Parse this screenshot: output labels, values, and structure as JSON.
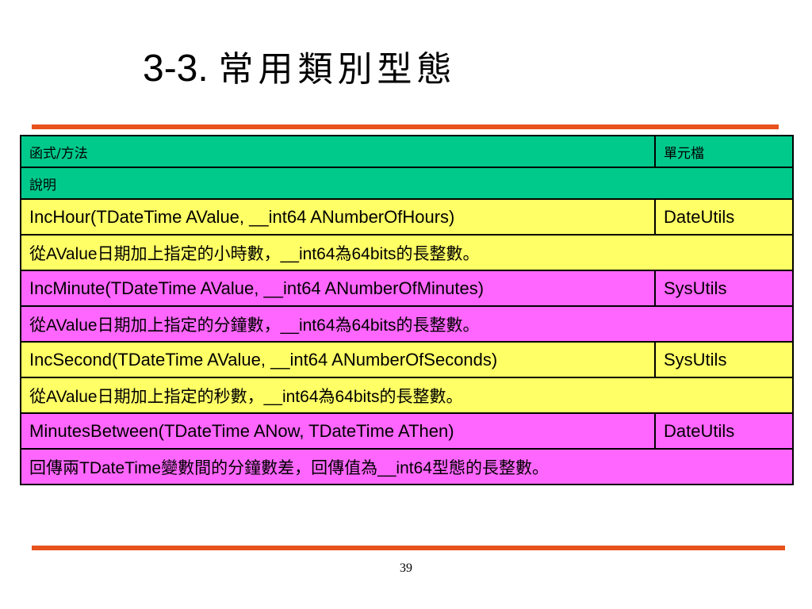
{
  "slide": {
    "title_number": "3-3.",
    "title_text": "常用類別型態",
    "page_number": "39"
  },
  "table": {
    "header": {
      "col1": "函式/方法",
      "col2": "單元檔",
      "desc": "說明"
    },
    "rows": [
      {
        "signature": "IncHour(TDateTime AValue, __int64 ANumberOfHours)",
        "unit": "DateUtils",
        "description": "從AValue日期加上指定的小時數，__int64為64bits的長整數。"
      },
      {
        "signature": "IncMinute(TDateTime AValue, __int64 ANumberOfMinutes)",
        "unit": "SysUtils",
        "description": "從AValue日期加上指定的分鐘數，__int64為64bits的長整數。"
      },
      {
        "signature": "IncSecond(TDateTime AValue, __int64 ANumberOfSeconds)",
        "unit": "SysUtils",
        "description": "從AValue日期加上指定的秒數，__int64為64bits的長整數。"
      },
      {
        "signature": "MinutesBetween(TDateTime ANow, TDateTime AThen)",
        "unit": "DateUtils",
        "description": "回傳兩TDateTime變數間的分鐘數差，回傳值為__int64型態的長整數。"
      }
    ]
  },
  "colors": {
    "header_bg": "#00c98c",
    "yellow_row": "#ffff66",
    "magenta_row": "#ff66ff",
    "rule": "#e8521c"
  }
}
